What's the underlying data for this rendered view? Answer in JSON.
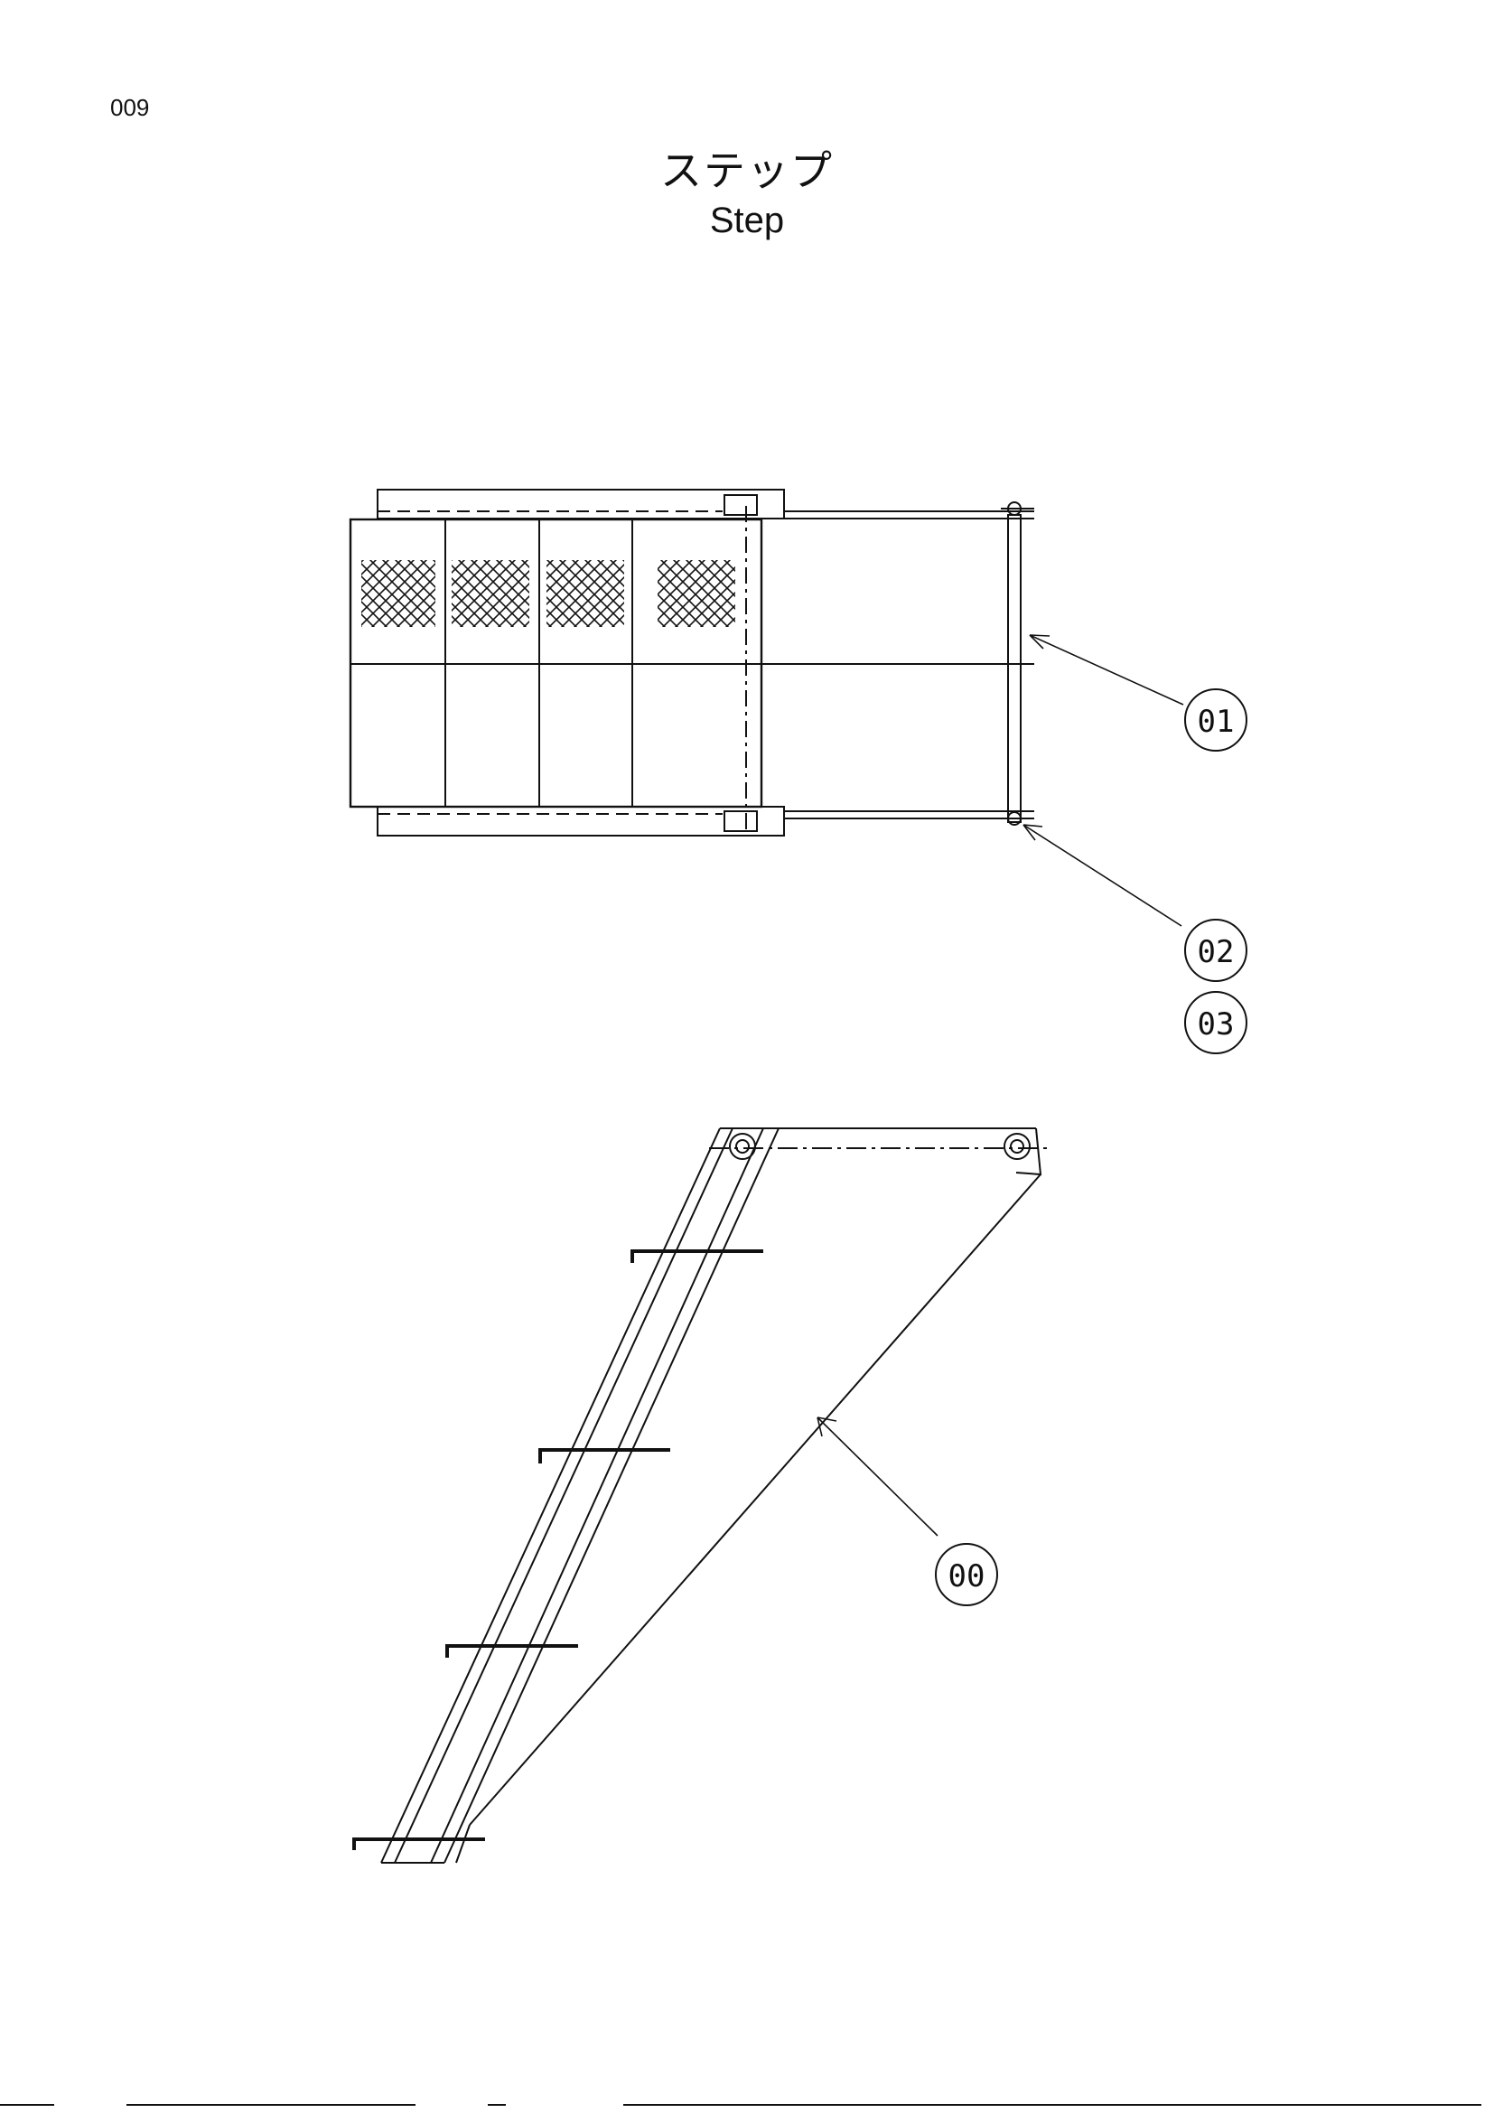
{
  "page_number": "009",
  "title": {
    "japanese": "ステップ",
    "english": "Step"
  },
  "callouts": [
    {
      "id": "callout-01",
      "label": "01"
    },
    {
      "id": "callout-02",
      "label": "02"
    },
    {
      "id": "callout-03",
      "label": "03"
    },
    {
      "id": "callout-00",
      "label": "00"
    }
  ]
}
